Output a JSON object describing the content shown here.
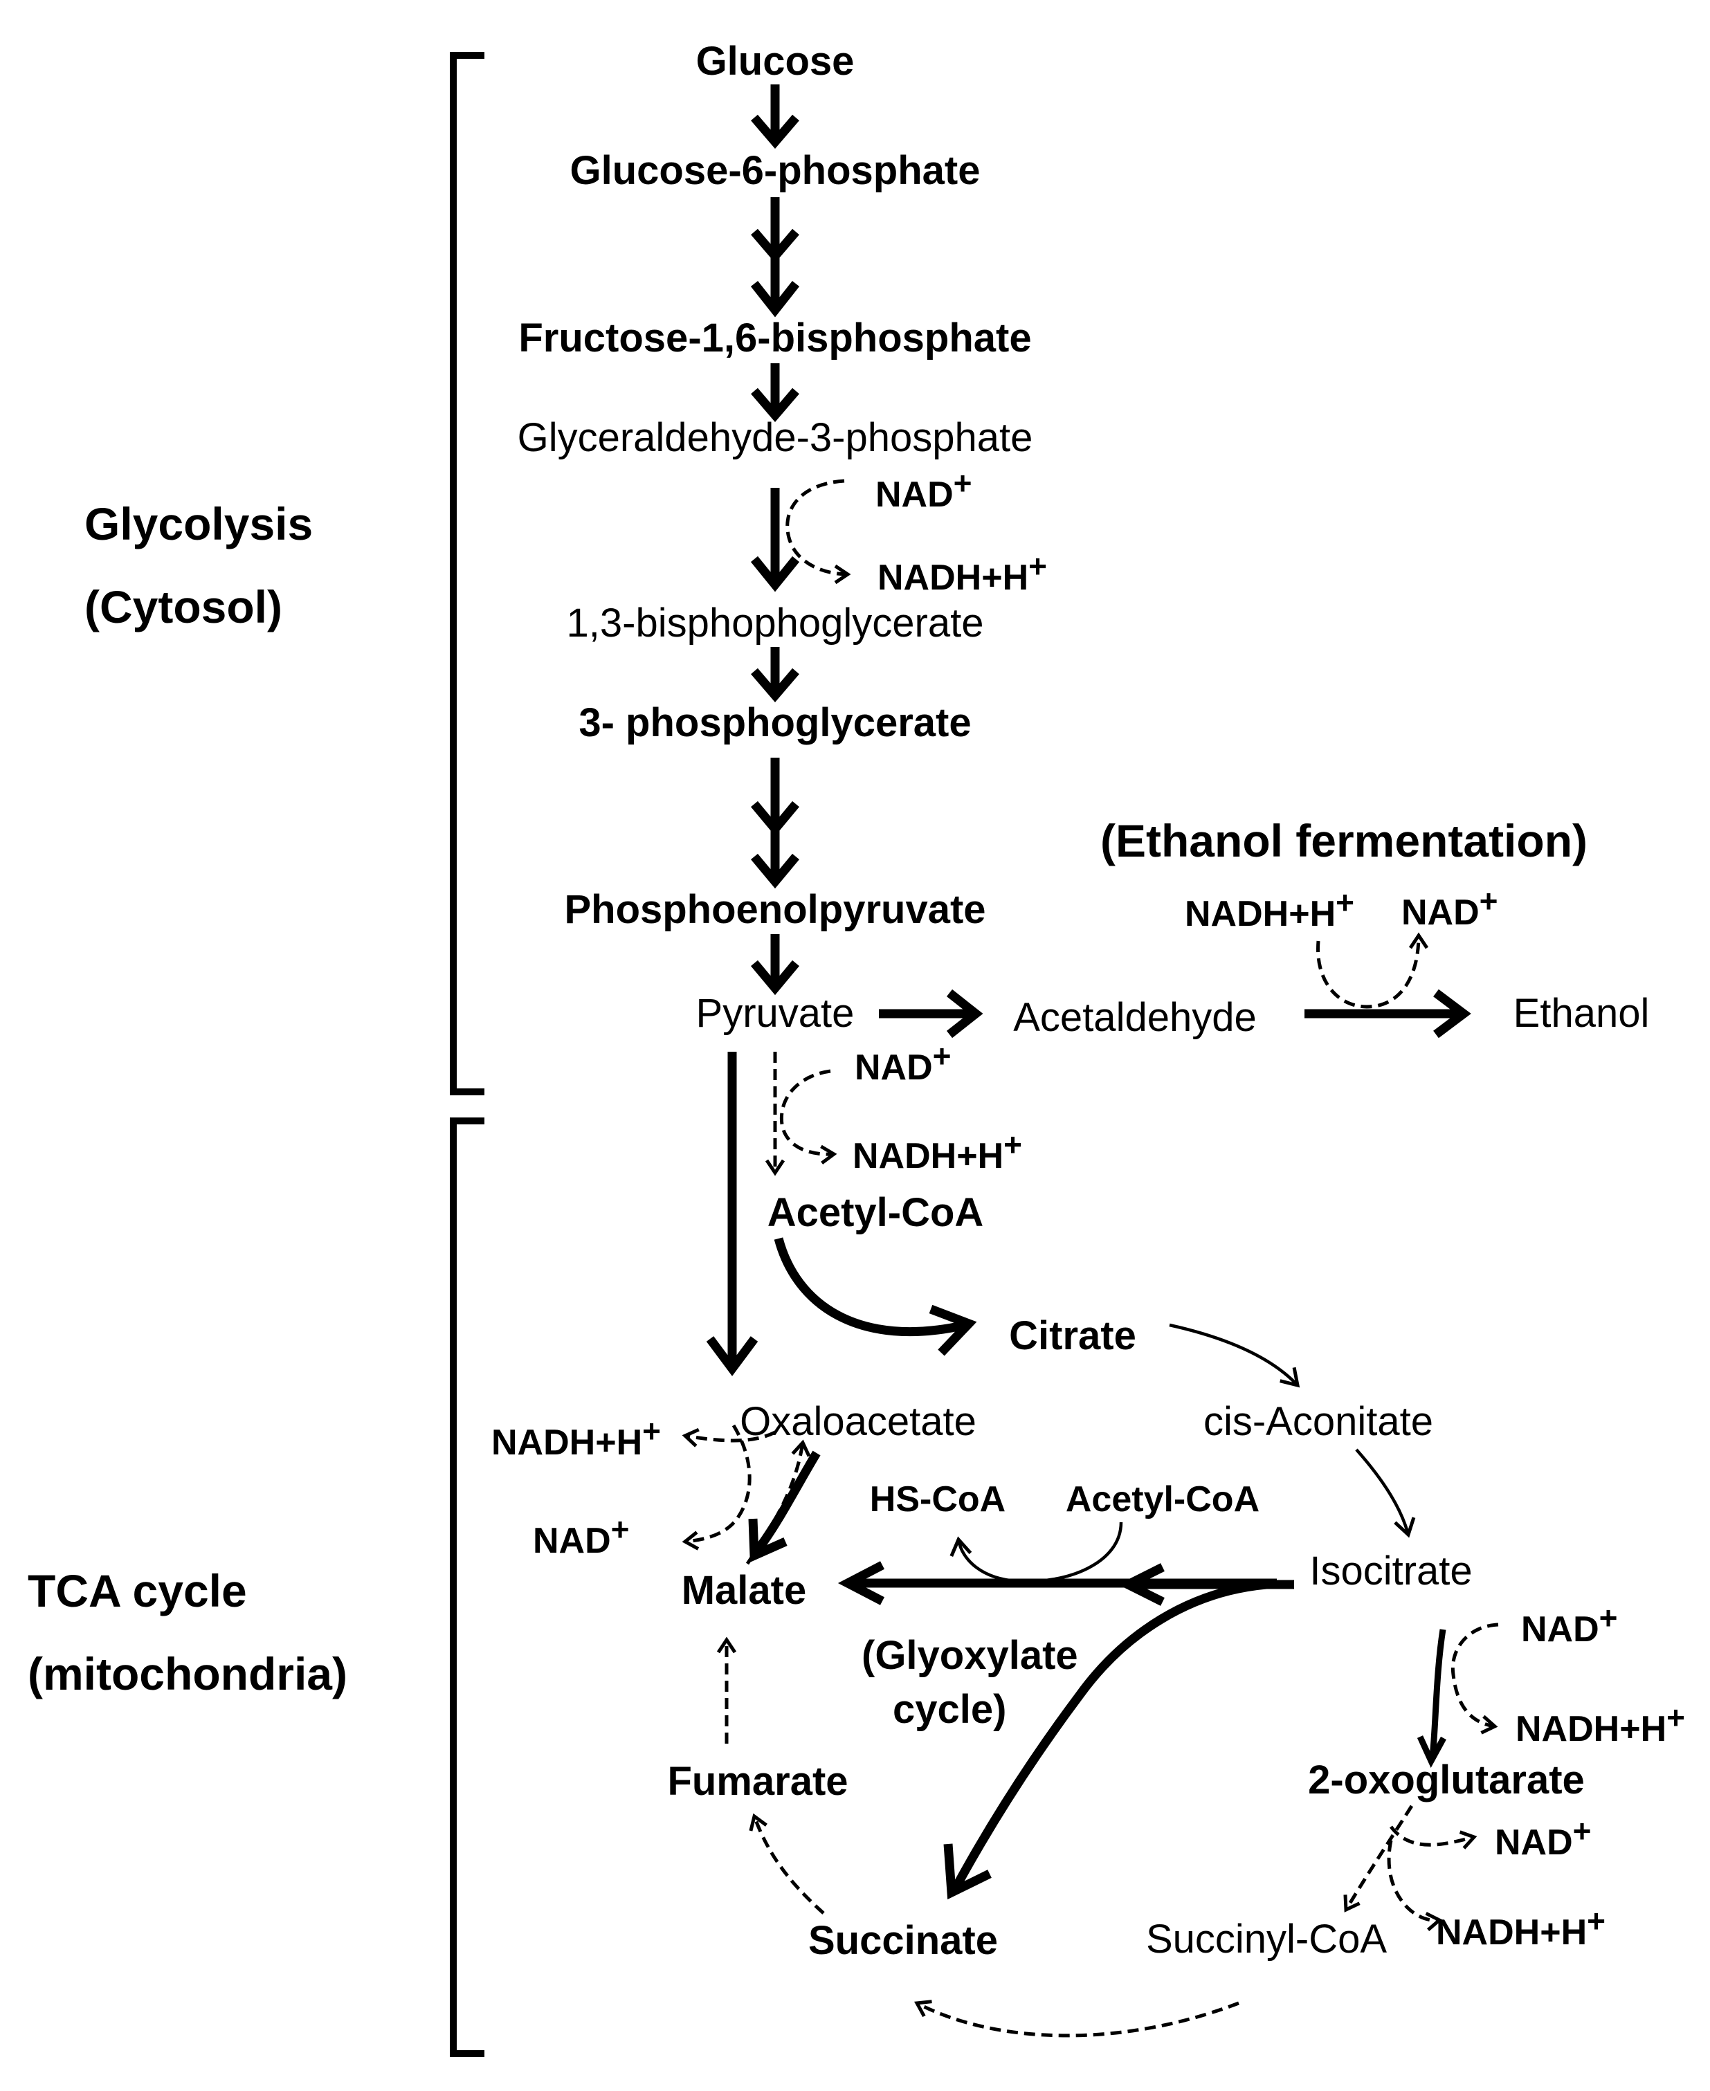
{
  "sections": {
    "glycolysis": [
      "Glycolysis",
      "(Cytosol)"
    ],
    "tca": [
      "TCA cycle",
      "(mitochondria)"
    ],
    "ethanol": "(Ethanol fermentation)",
    "glyoxylate": [
      "(Glyoxylate",
      "cycle)"
    ]
  },
  "metabolites": {
    "glucose": "Glucose",
    "g6p": "Glucose-6-phosphate",
    "f16bp": "Fructose-1,6-bisphosphate",
    "g3p": "Glyceraldehyde-3-phosphate",
    "bpg13": "1,3-bisphophoglycerate",
    "pg3": "3- phosphoglycerate",
    "pep": "Phosphoenolpyruvate",
    "pyruvate": "Pyruvate",
    "acetaldehyde": "Acetaldehyde",
    "ethanol": "Ethanol",
    "acetyl_coa": "Acetyl-CoA",
    "citrate": "Citrate",
    "cis_aconitate": "cis-Aconitate",
    "isocitrate": "Isocitrate",
    "oxoglutarate": "2-oxoglutarate",
    "succinyl_coa": "Succinyl-CoA",
    "succinate": "Succinate",
    "fumarate": "Fumarate",
    "malate": "Malate",
    "oxaloacetate": "Oxaloacetate",
    "hs_coa": "HS-CoA",
    "acetyl_coa_glyox": "Acetyl-CoA"
  },
  "cofactors": {
    "nad_base": "NAD",
    "nadh_base": "NADH+H",
    "plus": "+"
  }
}
